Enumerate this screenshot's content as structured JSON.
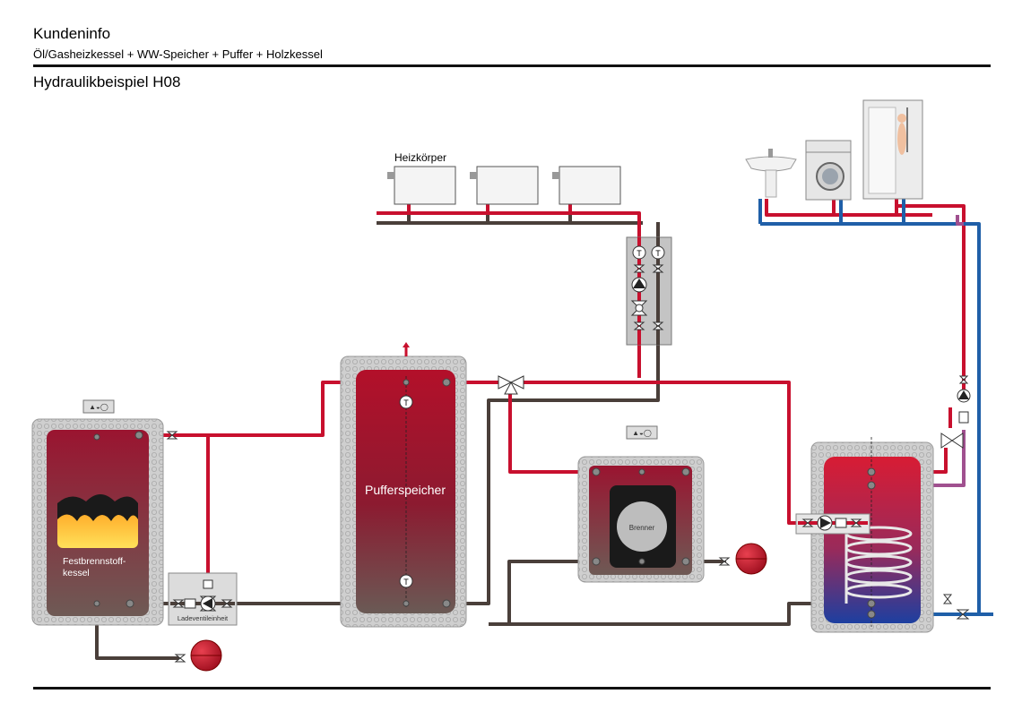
{
  "header": {
    "title": "Kundeninfo",
    "subtitle": "Öl/Gasheizkessel + WW-Speicher + Puffer + Holzkessel",
    "example": "Hydraulikbeispiel H08"
  },
  "labels": {
    "radiators": "Heizkörper",
    "buffer_tank": "Pufferspeicher",
    "solid_fuel_boiler_line1": "Festbrennstoff-",
    "solid_fuel_boiler_line2": "kessel",
    "charging_valve_unit": "Ladeventileinheit",
    "burner": "Brenner",
    "sensor": "T"
  },
  "colors": {
    "supply": "#c8102e",
    "return": "#4a3f3a",
    "cold_water": "#1f5fa8",
    "circulation": "#a0508f",
    "insulation": "#c9c9c9"
  },
  "icons": [
    "control-panel-icon",
    "expansion-vessel-icon",
    "pump-icon",
    "mixing-valve-icon",
    "shutoff-valve-icon",
    "sink-icon",
    "washing-machine-icon",
    "shower-icon",
    "burner-icon",
    "coil-icon"
  ]
}
